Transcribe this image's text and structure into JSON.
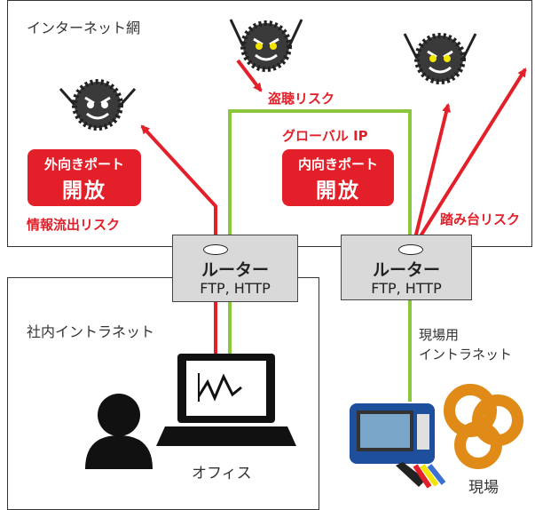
{
  "zones": {
    "internet": "インターネット網",
    "intranet": "社内イントラネット",
    "site_intranet": "現場用\nイントラネット"
  },
  "risks": {
    "eavesdrop": "盗聴リスク",
    "leak": "情報流出リスク",
    "stepping": "踏み台リスク"
  },
  "global_ip": "グローバル IP",
  "badges": {
    "outbound": {
      "line1": "外向きポート",
      "line2": "開放"
    },
    "inbound": {
      "line1": "内向きポート",
      "line2": "開放"
    }
  },
  "routers": [
    {
      "title": "ルーター",
      "protocols": "FTP, HTTP"
    },
    {
      "title": "ルーター",
      "protocols": "FTP, HTTP"
    }
  ],
  "office": "オフィス",
  "site": "現場",
  "colors": {
    "risk_red": "#e3202a",
    "safe_green": "#8cc63f",
    "router_gray": "#d9d9d9"
  },
  "icons": [
    "malware-icon",
    "malware-icon",
    "malware-icon",
    "laptop-icon",
    "person-icon",
    "power-logger-icon"
  ]
}
